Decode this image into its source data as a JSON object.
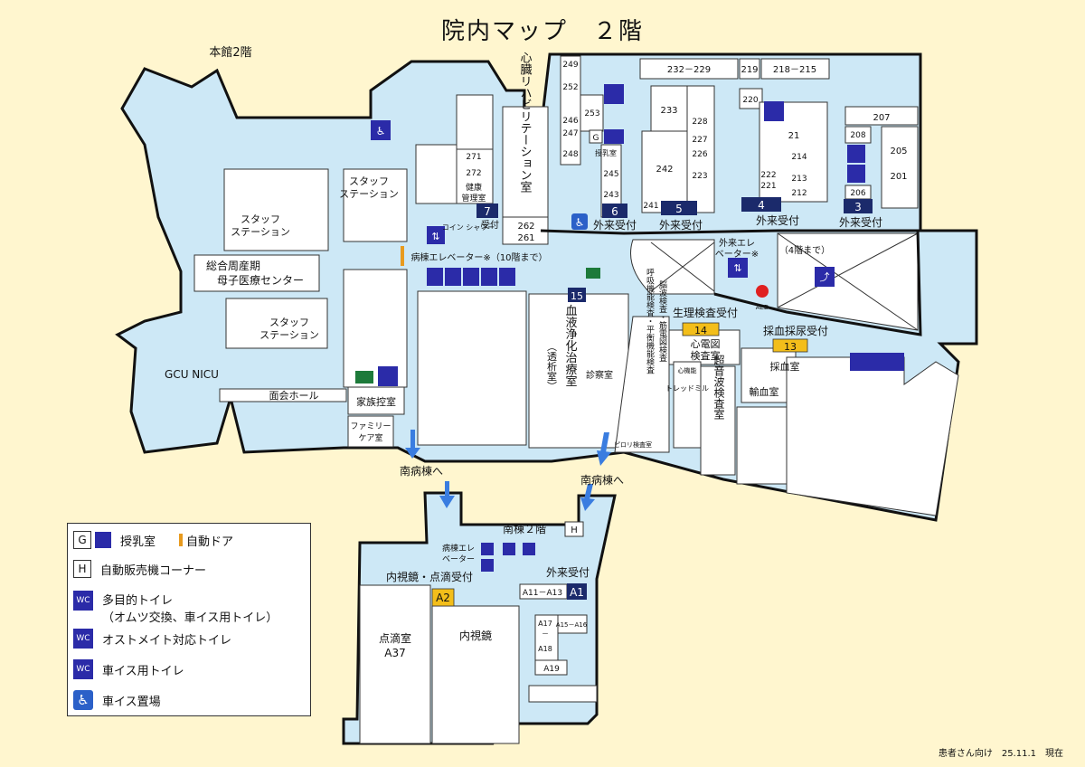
{
  "title": "院内マップ　２階",
  "labels": {
    "main2f": "本館2階",
    "staff1": "スタッフ",
    "staff1b": "ステーション",
    "staff2": "スタッフ",
    "staff2b": "ステーション",
    "staff3": "スタッフ",
    "staff3b": "ステーション",
    "perinatal1": "総合周産期",
    "perinatal2": "母子医療センター",
    "gcu": "GCU  NICU",
    "visit_hall": "面会ホール",
    "family_wait": "家族控室",
    "family_care1": "ファミリー",
    "family_care2": "ケア室",
    "ward_elev": "病棟エレベーター※（10階まで）",
    "cardiac_rehab": "心臓リハビリテーション室",
    "coin_shower": "コイン シャワー",
    "health_mgmt1": "健康",
    "health_mgmt2": "管理室",
    "reception": "受付",
    "outpatient_reception": "外来受付",
    "outpatient_elev1": "外来エレ",
    "outpatient_elev2": "ベーター※",
    "until4f": "（4階まで）",
    "aed": "AED",
    "dialysis": "血液浄化治療室",
    "dialysis_sub": "（透析室）",
    "exam_room": "診察室",
    "physio_reception": "生理検査受付",
    "blood_reception": "採血採尿受付",
    "ecg1": "心電図",
    "ecg2": "検査室",
    "ultrasound": "超音波検査室",
    "brainwave": "脳波検査・筋電図検査",
    "respiratory": "呼吸機能検査・平衡機能検査",
    "cardiopulm": "心機能",
    "treadmill": "トレッドミル",
    "pirori": "ピロリ検査室",
    "blood_draw": "採血室",
    "transfusion": "輸血室",
    "to_south1": "南病棟へ",
    "to_south2": "南病棟へ",
    "south2f": "南棟２階",
    "ward_elev2a": "病棟エレ",
    "ward_elev2b": "ベーター",
    "endo_reception": "内視鏡・点滴受付",
    "outpatient_reception2": "外来受付",
    "drip_room": "点滴室",
    "drip_code": "A37",
    "endoscopy": "内視鏡",
    "a1113": "A11－A13",
    "a1516": "A15－A16",
    "a17": "A17",
    "a18": "A18",
    "a19": "A19",
    "dash": "－"
  },
  "rooms": {
    "r249": "249",
    "r252": "252",
    "r253": "253",
    "r246": "246",
    "r247": "247",
    "r248": "248",
    "r232": "232－229",
    "r219": "219",
    "r218": "218－215",
    "r220": "220",
    "r233": "233",
    "r228": "228",
    "r227": "227",
    "r226": "226",
    "r223": "223",
    "r242": "242",
    "r241": "241",
    "r245": "245",
    "r243": "243",
    "r271": "271",
    "r272": "272",
    "r262": "262",
    "r261": "261",
    "r21": "21",
    "r214": "214",
    "r213": "213",
    "r212": "212",
    "r222": "222",
    "r221": "221",
    "r207": "207",
    "r208": "208",
    "r205": "205",
    "r201": "201",
    "r206": "206",
    "g": "G",
    "h": "H",
    "nursing": "授乳室"
  },
  "badges": {
    "b7": "7",
    "b6": "6",
    "b5": "5",
    "b4": "4",
    "b3": "3",
    "b15": "15",
    "b14": "14",
    "b13": "13",
    "a1": "A1",
    "a2": "A2"
  },
  "legend": {
    "g": "G",
    "nursing": "授乳室",
    "auto_door": "自動ドア",
    "h": "H",
    "vending": "自動販売機コーナー",
    "multi_toilet": "多目的トイレ",
    "multi_toilet_sub": "（オムツ交換、車イス用トイレ）",
    "ostomate": "オストメイト対応トイレ",
    "wheelchair_toilet": "車イス用トイレ",
    "wheelchair_storage": "車イス置場",
    "wc": "WC"
  },
  "footer": "患者さん向け　25.11.1　現在",
  "colors": {
    "floor": "#cde8f6",
    "badge": "#1b2a6b",
    "gold": "#f3be1a",
    "background": "#fff6cf"
  }
}
